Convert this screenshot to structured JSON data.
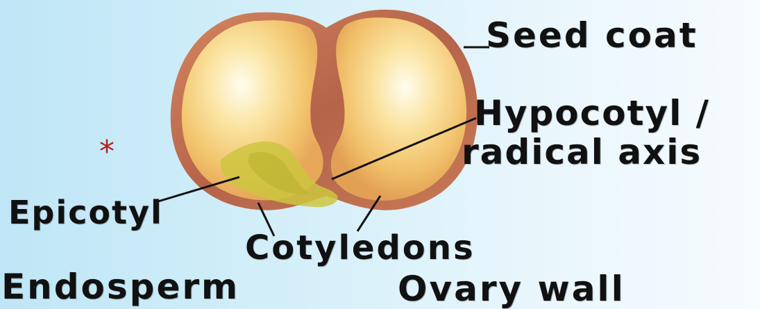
{
  "labels": {
    "seed_coat": "Seed coat",
    "hypocotyl": "Hypocotyl /",
    "radical_axis": "radical axis",
    "epicotyl": "Epicotyl",
    "cotyledons": "Cotyledons",
    "endosperm": "Endosperm",
    "ovary_wall": "Ovary wall"
  },
  "marker": {
    "symbol": "*",
    "color": "#b41e1e"
  },
  "colors": {
    "seed_coat": "#b5644a",
    "cotyledon_fill": "#f3c870",
    "cotyledon_highlight": "#fffbe8",
    "embryo_axis": "#c9c23a",
    "leader_line": "#111111"
  }
}
